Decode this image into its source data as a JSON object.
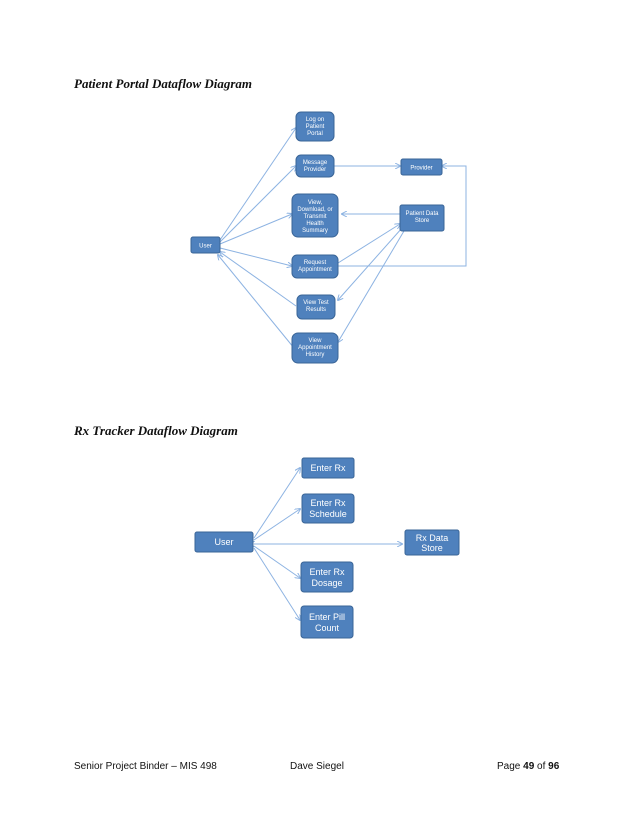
{
  "headings": {
    "portal": "Patient Portal Dataflow Diagram",
    "rx": "Rx Tracker Dataflow Diagram"
  },
  "portal_diagram": {
    "user": [
      "User"
    ],
    "log_on": [
      "Log on",
      "Patient",
      "Portal"
    ],
    "message": [
      "Message",
      "Provider"
    ],
    "view": [
      "View,",
      "Download, or",
      "Transmit",
      "Health",
      "Summary"
    ],
    "request": [
      "Request",
      "Appointment"
    ],
    "test": [
      "View Test",
      "Results"
    ],
    "history": [
      "View",
      "Appointment",
      "History"
    ],
    "provider": [
      "Provider"
    ],
    "data_store": [
      "Patient Data",
      "Store"
    ]
  },
  "rx_diagram": {
    "user": [
      "User"
    ],
    "enter_rx": [
      "Enter Rx"
    ],
    "schedule": [
      "Enter Rx",
      "Schedule"
    ],
    "dosage": [
      "Enter Rx",
      "Dosage"
    ],
    "pill": [
      "Enter Pill",
      "Count"
    ],
    "data_store": [
      "Rx Data",
      "Store"
    ]
  },
  "footer": {
    "left": "Senior Project Binder – MIS 498",
    "center": "Dave Siegel",
    "page_prefix": "Page ",
    "page_num": "49",
    "page_of": " of ",
    "page_total": "96"
  },
  "colors": {
    "box_fill": "#4f81bd",
    "arrow": "#8db3e2"
  }
}
